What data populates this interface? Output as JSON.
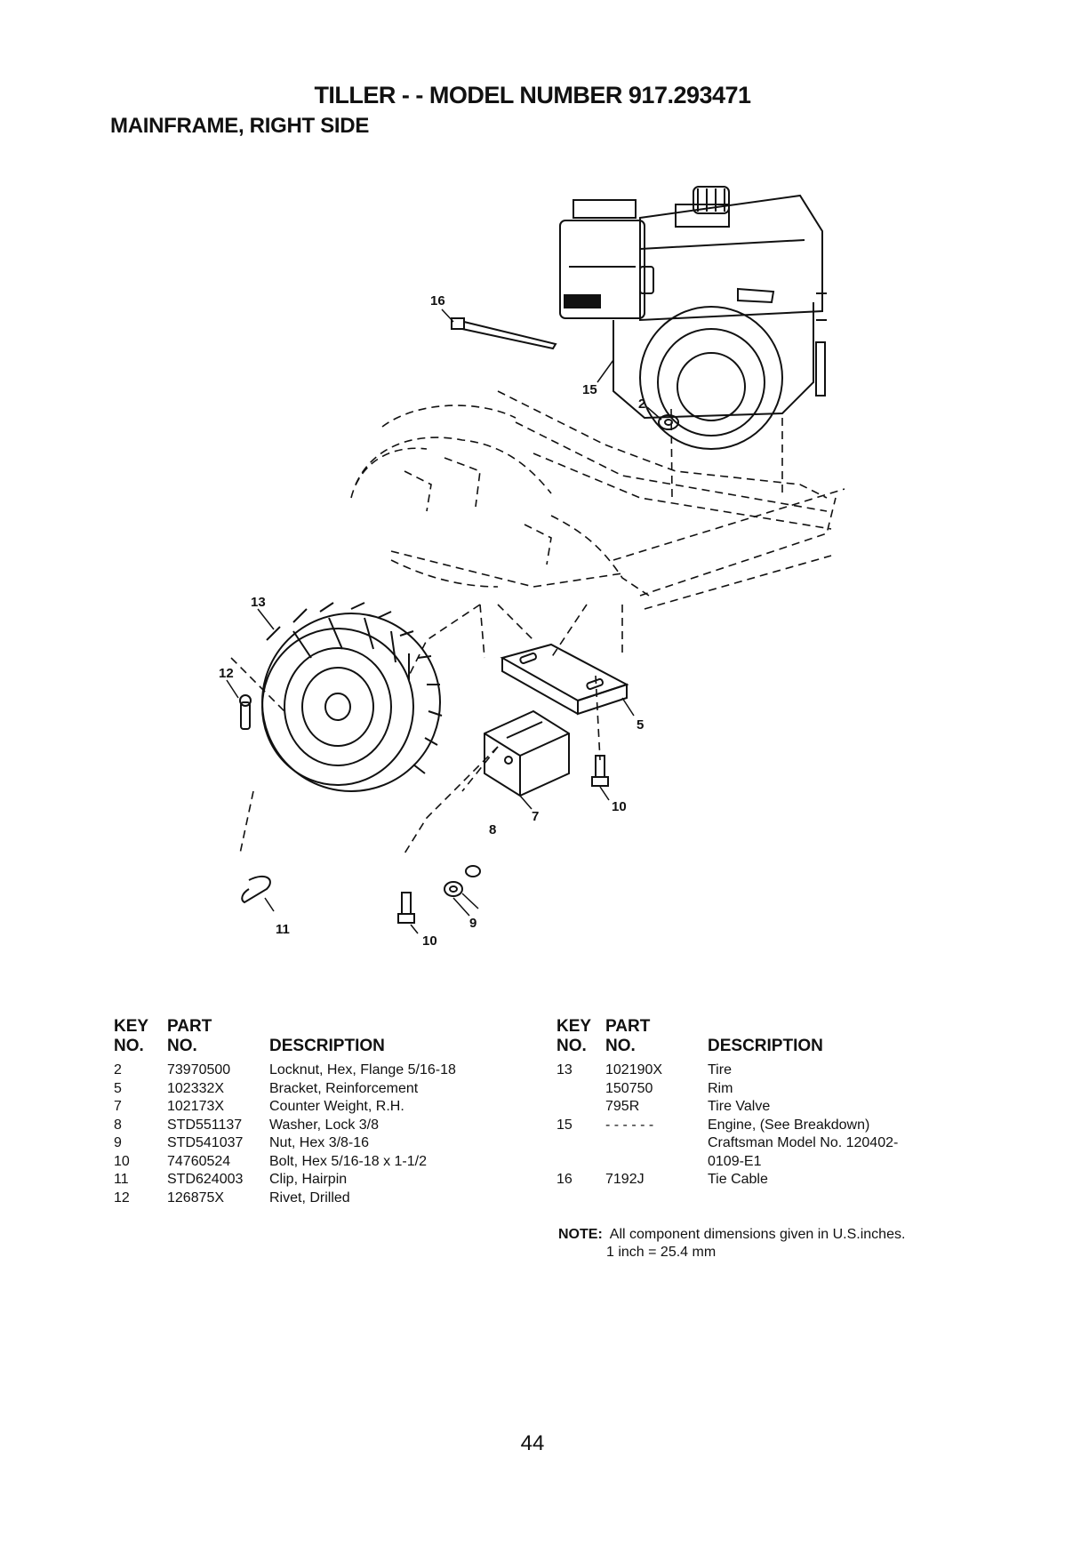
{
  "title": "TILLER - - MODEL NUMBER 917.293471",
  "subtitle": "MAINFRAME, RIGHT SIDE",
  "callouts": [
    "16",
    "15",
    "2",
    "13",
    "12",
    "5",
    "10",
    "7",
    "8",
    "9",
    "10",
    "11"
  ],
  "table_headers": {
    "key_line1": "KEY",
    "key_line2": "NO.",
    "part_line1": "PART",
    "part_line2": "NO.",
    "desc": "DESCRIPTION"
  },
  "parts_left": [
    {
      "key": "2",
      "part": "73970500",
      "desc": "Locknut, Hex, Flange 5/16-18"
    },
    {
      "key": "5",
      "part": "102332X",
      "desc": "Bracket, Reinforcement"
    },
    {
      "key": "7",
      "part": "102173X",
      "desc": "Counter Weight, R.H."
    },
    {
      "key": "8",
      "part": "STD551137",
      "desc": "Washer, Lock 3/8"
    },
    {
      "key": "9",
      "part": "STD541037",
      "desc": "Nut, Hex 3/8-16"
    },
    {
      "key": "10",
      "part": "74760524",
      "desc": "Bolt, Hex 5/16-18 x 1-1/2"
    },
    {
      "key": "11",
      "part": "STD624003",
      "desc": "Clip, Hairpin"
    },
    {
      "key": "12",
      "part": "126875X",
      "desc": "Rivet, Drilled"
    }
  ],
  "parts_right": [
    {
      "key": "13",
      "part": "102190X",
      "desc": "Tire"
    },
    {
      "key": "",
      "part": "150750",
      "desc": "Rim"
    },
    {
      "key": "",
      "part": "795R",
      "desc": "Tire Valve"
    },
    {
      "key": "15",
      "part": "- - - - - -",
      "desc": "Engine, (See Breakdown)"
    },
    {
      "key": "",
      "part": "",
      "desc": "Craftsman Model No. 120402-"
    },
    {
      "key": "",
      "part": "",
      "desc": "0109-E1"
    },
    {
      "key": "16",
      "part": "7192J",
      "desc": "Tie Cable"
    }
  ],
  "note": {
    "label": "NOTE:",
    "line1": "All component dimensions given in U.S.inches.",
    "line2": "1 inch = 25.4 mm"
  },
  "page_number": "44"
}
